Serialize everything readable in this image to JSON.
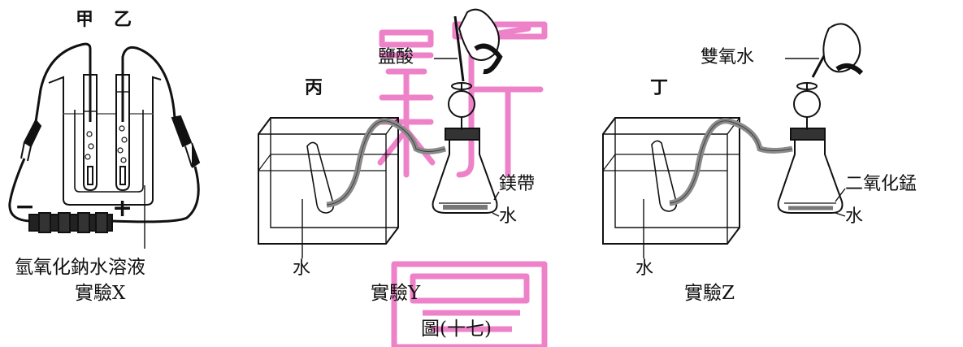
{
  "experiment_x": {
    "electrode_a": "甲",
    "electrode_b": "乙",
    "minus_sign": "−",
    "plus_sign": "+",
    "solution_label": "氫氧化鈉水溶液",
    "caption": "實驗X"
  },
  "experiment_y": {
    "acid_label": "鹽酸",
    "tube_label": "丙",
    "metal_label": "鎂帶",
    "flask_water_label": "水",
    "tank_water_label": "水",
    "caption": "實驗Y"
  },
  "experiment_z": {
    "peroxide_label": "雙氧水",
    "tube_label": "丁",
    "catalyst_label": "二氧化錳",
    "flask_water_label": "水",
    "tank_water_label": "水",
    "caption": "實驗Z"
  },
  "figure_caption": "圖(十七)",
  "watermark": {
    "top": "新",
    "bottom": "圖",
    "color": "#ee82c8"
  },
  "colors": {
    "line": "#111111",
    "tube_gray": "#8a8a8a",
    "water_gray": "#e6e6e6"
  }
}
